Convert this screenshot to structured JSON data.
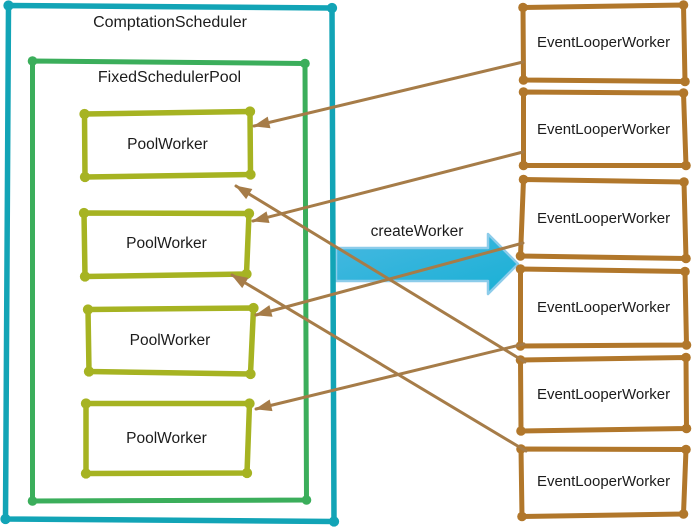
{
  "scheduler": {
    "label": "ComptationScheduler"
  },
  "pool": {
    "label": "FixedSchedulerPool"
  },
  "pool_workers": [
    {
      "id": "pool-worker-1",
      "label": "PoolWorker"
    },
    {
      "id": "pool-worker-2",
      "label": "PoolWorker"
    },
    {
      "id": "pool-worker-3",
      "label": "PoolWorker"
    },
    {
      "id": "pool-worker-4",
      "label": "PoolWorker"
    }
  ],
  "event_looper_workers": [
    {
      "id": "event-looper-worker-1",
      "label": "EventLooperWorker"
    },
    {
      "id": "event-looper-worker-2",
      "label": "EventLooperWorker"
    },
    {
      "id": "event-looper-worker-3",
      "label": "EventLooperWorker"
    },
    {
      "id": "event-looper-worker-4",
      "label": "EventLooperWorker"
    },
    {
      "id": "event-looper-worker-5",
      "label": "EventLooperWorker"
    },
    {
      "id": "event-looper-worker-6",
      "label": "EventLooperWorker"
    }
  ],
  "create_arrow": {
    "label": "createWorker"
  },
  "connections": [
    {
      "from": "event-looper-worker-1",
      "to": "pool-worker-1"
    },
    {
      "from": "event-looper-worker-2",
      "to": "pool-worker-2"
    },
    {
      "from": "event-looper-worker-3",
      "to": "pool-worker-3"
    },
    {
      "from": "event-looper-worker-4",
      "to": "pool-worker-4"
    },
    {
      "from": "event-looper-worker-5",
      "to": "pool-worker-1"
    },
    {
      "from": "event-looper-worker-6",
      "to": "pool-worker-2"
    }
  ],
  "colors": {
    "scheduler_border": "#12a4b6",
    "pool_border": "#3bae5b",
    "pool_worker_border": "#a6b322",
    "event_worker_border": "#b1772b",
    "connector": "#a67c48",
    "arrow_fill_start": "#47b8e1",
    "arrow_fill_end": "#19b0d5",
    "arrow_stroke": "#8cccea",
    "text": "#1c1c1c"
  }
}
